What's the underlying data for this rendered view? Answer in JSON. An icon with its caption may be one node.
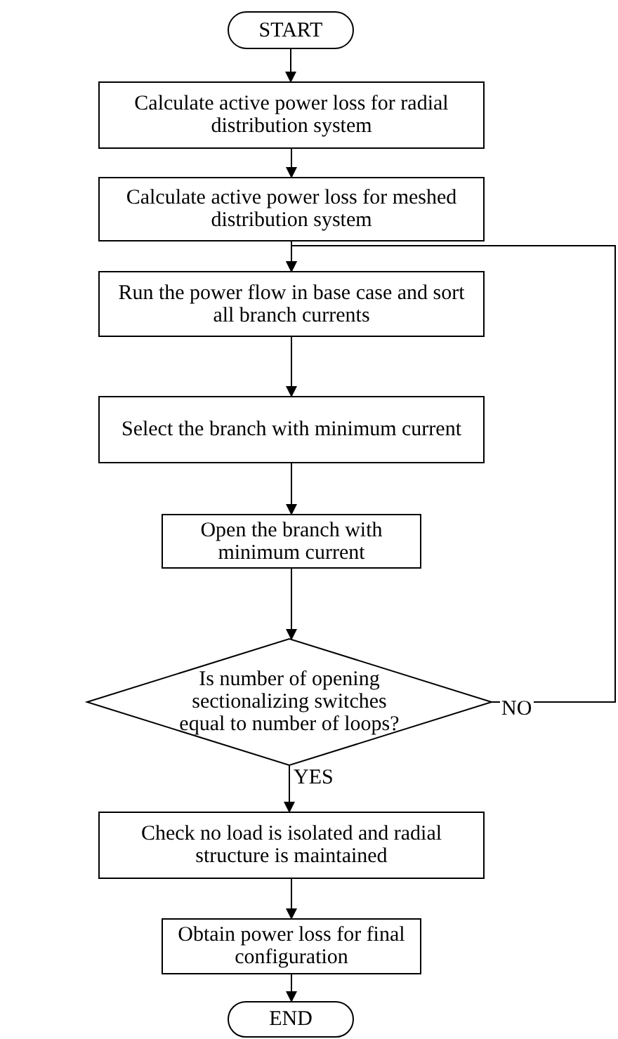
{
  "diagram": {
    "nodes": [
      {
        "text": [
          "START"
        ]
      },
      {
        "text": [
          "Calculate active power loss for radial distribution system"
        ]
      },
      {
        "text": [
          "Calculate active power loss for meshed distribution system"
        ]
      },
      {
        "text": [
          "Run the power flow in base case and sort all branch currents"
        ]
      },
      {
        "text": [
          "Select the branch with minimum current"
        ]
      },
      {
        "text": [
          "Open the branch with minimum current"
        ]
      },
      {
        "text": [
          "Is number of opening sectionalizing switches equal to number of loops?"
        ]
      },
      {
        "text": [
          "Check no load is isolated and radial structure is maintained"
        ]
      },
      {
        "text": [
          "Obtain power loss for final configuration"
        ]
      },
      {
        "text": [
          "END"
        ]
      }
    ],
    "edges": [
      {
        "from": 0,
        "to": 1,
        "arrow": "to"
      },
      {
        "from": 1,
        "to": 2,
        "arrow": "to"
      },
      {
        "from": 2,
        "to": 3,
        "arrow": "to"
      },
      {
        "from": 3,
        "to": 4,
        "arrow": "to"
      },
      {
        "from": 4,
        "to": 5,
        "arrow": "to"
      },
      {
        "from": 5,
        "to": 6,
        "arrow": "to"
      },
      {
        "from": 6,
        "to": 7,
        "arrow": "to",
        "label": "YES"
      },
      {
        "from": 7,
        "to": 8,
        "arrow": "to"
      },
      {
        "from": 8,
        "to": 9,
        "arrow": "to"
      },
      {
        "from": 6,
        "to": 3,
        "arrow": "to",
        "label": "NO"
      }
    ]
  }
}
